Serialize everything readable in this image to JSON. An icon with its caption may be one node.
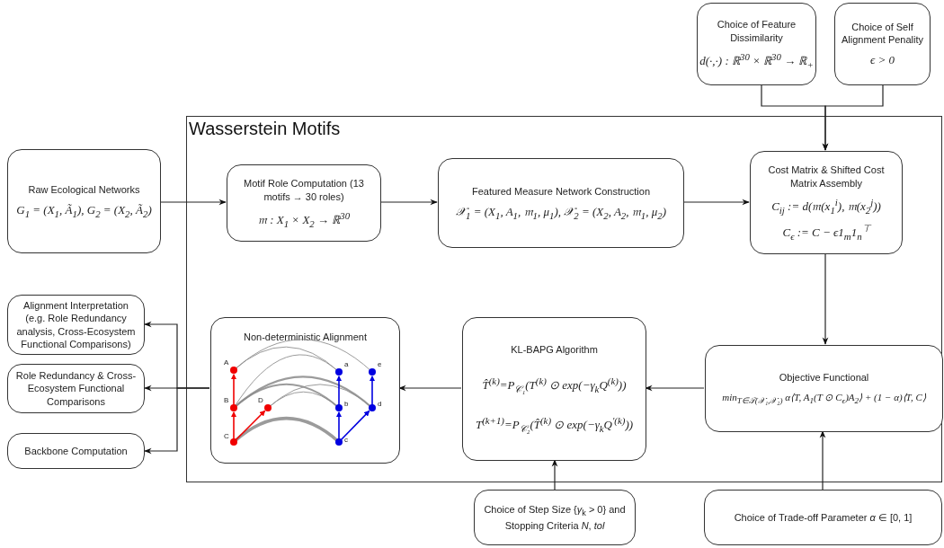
{
  "diagram": {
    "nodes": [
      {
        "text": [
          "Choice of Feature Dissimilarity",
          "d(·,·) : ℝ$^{30}$ × ℝ$^{30}$ → ℝ$_{+}$"
        ]
      },
      {
        "text": [
          "Choice of Self Alignment Penality",
          "ϵ > 0"
        ]
      },
      {
        "text": [
          "Wasserstein Motifs"
        ]
      },
      {
        "text": [
          "Raw Ecological Networks",
          "G$_{1}$ = (X$_{1}$, Ã$_{1}$), G$_{2}$ = (X$_{2}$, Ã$_{2}$)"
        ]
      },
      {
        "text": [
          "Motif Role Computation (13 motifs → 30 roles)",
          "𝔪 : X$_{1}$ × X$_{2}$ → ℝ$^{30}$"
        ],
        "in": 2
      },
      {
        "text": [
          "Featured Measure Network Construction",
          "𝒳$_{1}$ = (X$_{1}$, A$_{1}$, 𝔪$_{1}$, μ$_{1}$), 𝒳$_{2}$ = (X$_{2}$, A$_{2}$, 𝔪$_{1}$, μ$_{2}$)"
        ],
        "in": 2
      },
      {
        "text": [
          "Cost Matrix & Shifted Cost Matrix Assembly",
          "C$_{ij}$ := d(𝔪(x$_{1}$$^{i}$), 𝔪(x$_{2}$$^{j}$))",
          "C$_{ϵ}$ := C − ϵ1$_{m}$1$_{n}$$^{⊤}$"
        ],
        "in": 2
      },
      {
        "text": [
          "Alignment Interpretation (e.g. Role Redundancy analysis, Cross-Ecosystem Functional Comparisons)"
        ]
      },
      {
        "text": [
          "Role Redundancy & Cross-Ecosystem Functional Comparisons"
        ]
      },
      {
        "text": [
          "Backbone Computation"
        ]
      },
      {
        "text": [
          "Non-deterministic Alignment"
        ],
        "in": 2
      },
      {
        "text": [
          "KL-BAPG Algorithm",
          "T̂$^{(k)}$=P$_{𝒞₁}$(T$^{(k)}$ ⊙ exp(−γ$_{k}$Q$^{(k)}$))",
          "T$^{(k+1)}$=P$_{𝒞₂}$(T̂$^{(k)}$ ⊙ exp(−γ$_{k}$Q$^{′(k)}$))"
        ],
        "in": 2
      },
      {
        "text": [
          "Objective Functional",
          "min$_{T∈𝒯(𝒳₁,𝒳₂)}$ α⟨T, A$_{1}$(T ⊙ C$_{ϵ}$)A$_{2}$⟩ + (1 − α)⟨T, C⟩"
        ],
        "in": 2
      },
      {
        "text": [
          "Choice of Step Size {*γ*$_{k}$ > 0} and Stopping Criteria *N*, *tol*"
        ]
      },
      {
        "text": [
          "Choice of Trade-off Parameter *α* ∈ [0, 1]"
        ]
      }
    ],
    "edges": [
      {
        "from": 0,
        "to": 6,
        "arrow": "to"
      },
      {
        "from": 1,
        "to": 6,
        "arrow": "to"
      },
      {
        "from": 3,
        "to": 4,
        "arrow": "to"
      },
      {
        "from": 4,
        "to": 5,
        "arrow": "to"
      },
      {
        "from": 5,
        "to": 6,
        "arrow": "to"
      },
      {
        "from": 6,
        "to": 12,
        "arrow": "to"
      },
      {
        "from": 12,
        "to": 11,
        "arrow": "to"
      },
      {
        "from": 11,
        "to": 10,
        "arrow": "to"
      },
      {
        "from": 10,
        "to": 7,
        "arrow": "to"
      },
      {
        "from": 10,
        "to": 8,
        "arrow": "to"
      },
      {
        "from": 10,
        "to": 9,
        "arrow": "to"
      },
      {
        "from": 13,
        "to": 11,
        "arrow": "to"
      },
      {
        "from": 14,
        "to": 12,
        "arrow": "to"
      }
    ],
    "labels": [
      "A",
      "a",
      "e",
      "B",
      "D",
      "b",
      "d",
      "C",
      "c"
    ]
  }
}
